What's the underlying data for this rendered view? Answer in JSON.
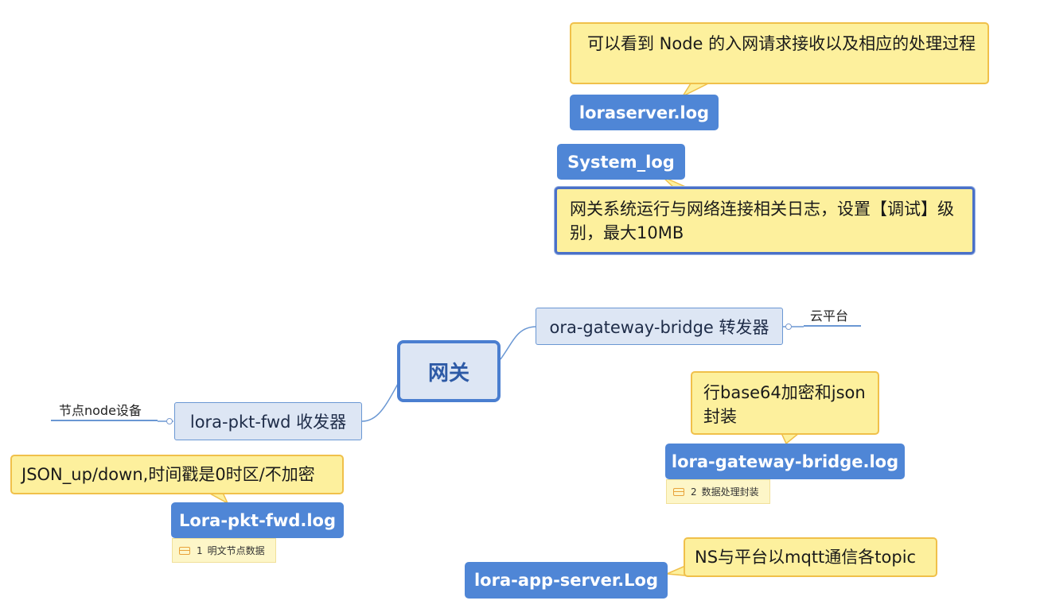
{
  "mindmap": {
    "central": "网关",
    "gateway_bridge": "ora-gateway-bridge 转发器",
    "cloud_platform": "云平台",
    "pkt_fwd": "lora-pkt-fwd 收发器",
    "node_device": "节点node设备"
  },
  "logs": {
    "loraserver": "loraserver.log",
    "system": "System_log",
    "gateway_bridge": "lora-gateway-bridge.log",
    "pkt_fwd": "Lora-pkt-fwd.log",
    "app_server": "lora-app-server.Log"
  },
  "notes": {
    "loraserver": "可以看到 Node 的入网请求接收以及相应的处理过程",
    "system": "网关系统运行与网络连接相关日志，设置【调试】级别，最大10MB",
    "gateway_bridge": "行base64加密和json封装",
    "pkt_fwd": "JSON_up/down,时间戳是0时区/不加密",
    "app_server": "NS与平台以mqtt通信各topic"
  },
  "badges": {
    "gateway_bridge": {
      "number": "2",
      "text": "数据处理封装"
    },
    "pkt_fwd": {
      "number": "1",
      "text": "明文节点数据"
    }
  },
  "colors": {
    "central_border": "#4a7ed0",
    "topic_fill": "#dde6f4",
    "log_fill": "#4f86d6",
    "note_fill": "#fdf09d",
    "note_border": "#f0c04a",
    "connector": "#6a97d3"
  }
}
